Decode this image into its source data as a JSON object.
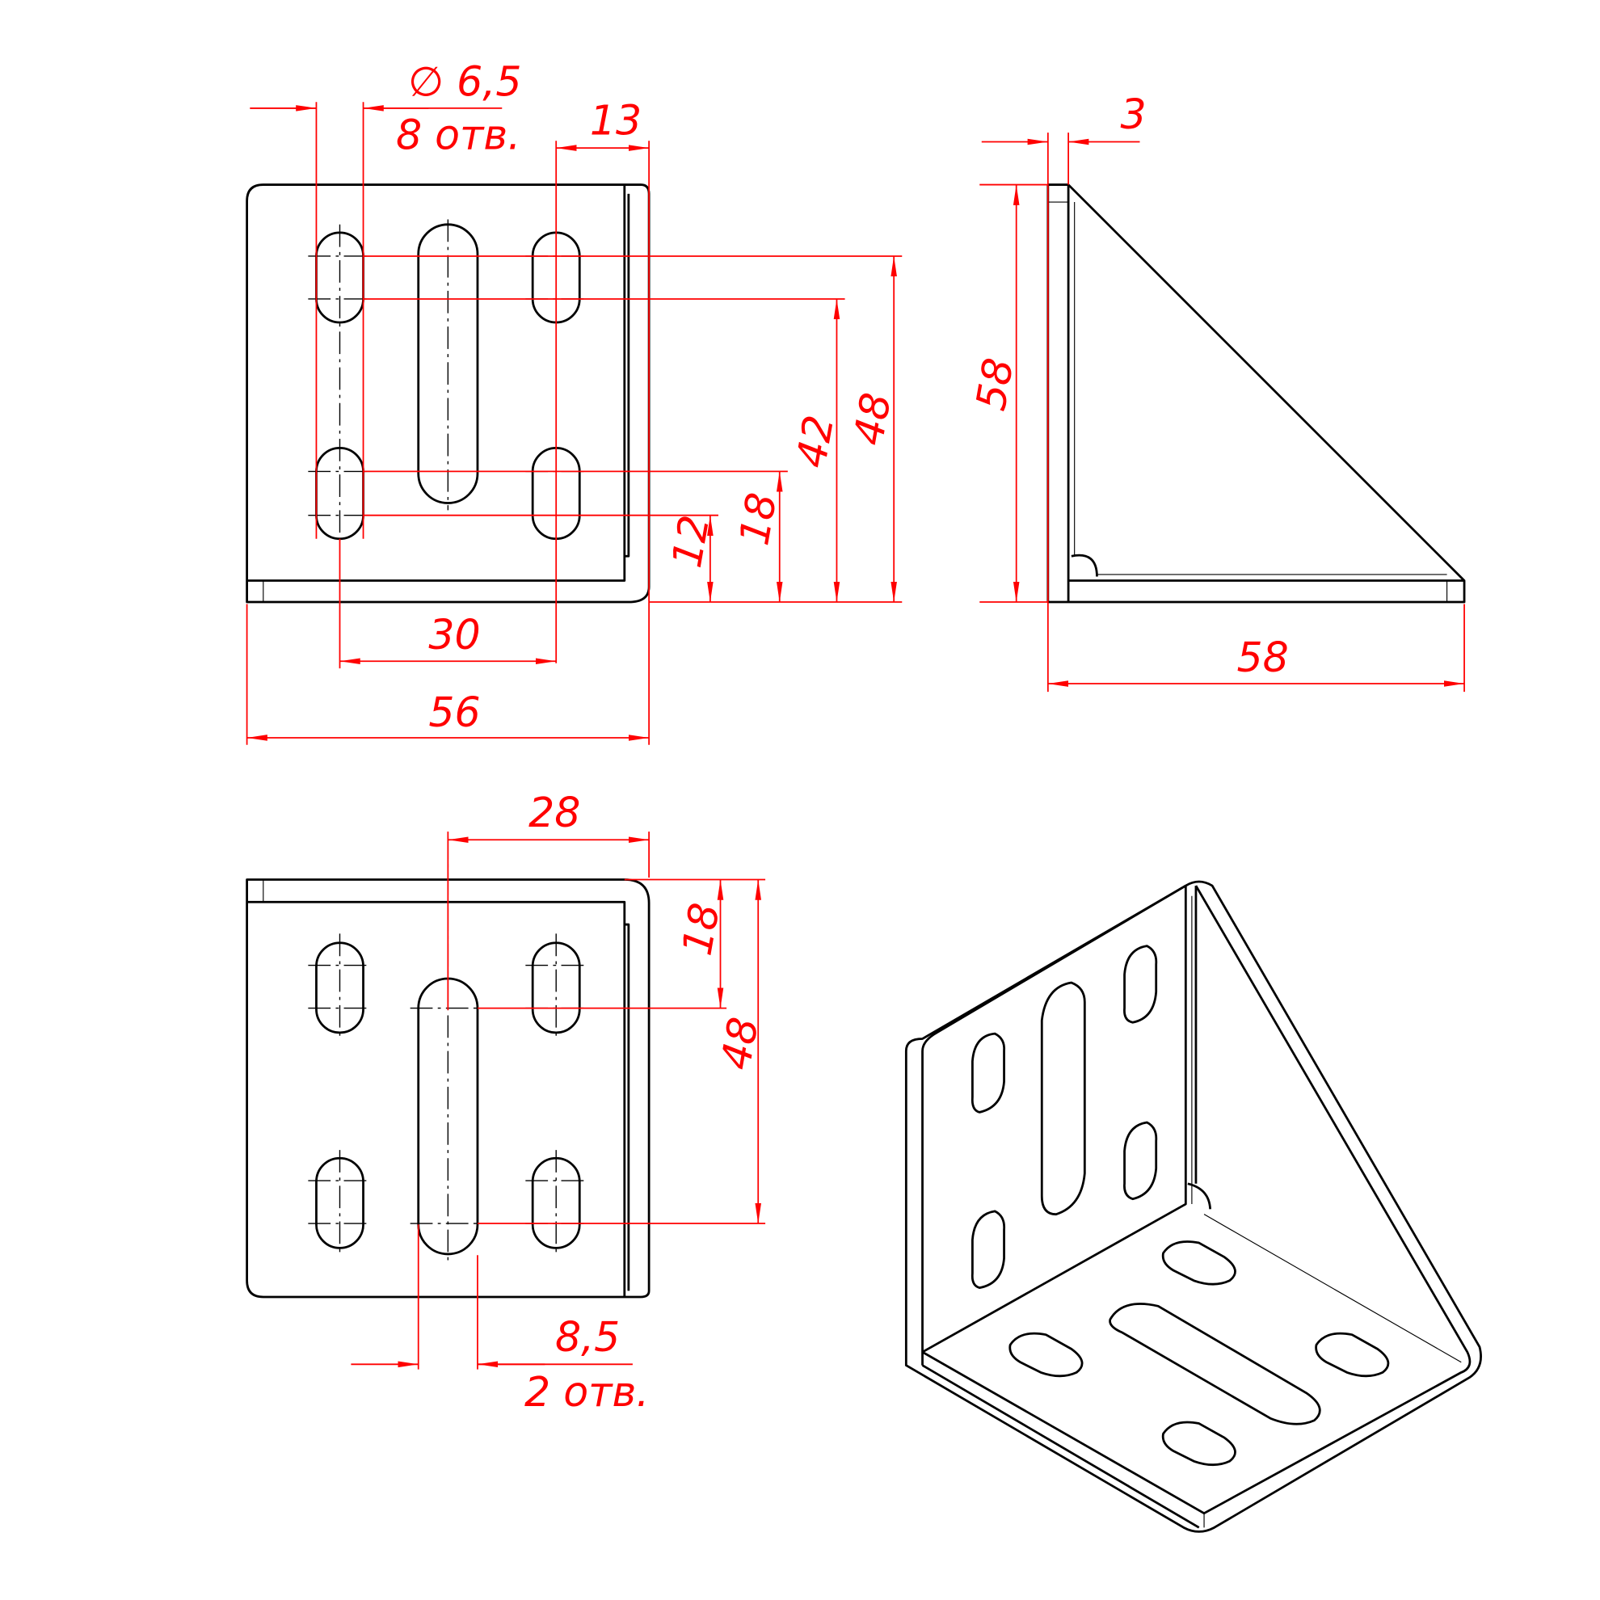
{
  "title": "Corner bracket drawing",
  "colors": {
    "outline": "#000000",
    "dimension": "#ff0000"
  },
  "dimensions": {
    "hole_diameter": "∅ 6,5",
    "hole_count": "8 отв.",
    "flange_offset": "13",
    "thickness": "3",
    "side_height": "58",
    "side_width": "58",
    "hole_pitch_42": "42",
    "hole_pitch_48": "48",
    "hole_pitch_18": "18",
    "hole_pitch_12": "12",
    "hole_spacing": "30",
    "overall_width": "56",
    "slot_offset": "28",
    "bottom_18": "18",
    "bottom_48": "48",
    "slot_width": "8,5",
    "slot_count": "2 отв."
  }
}
